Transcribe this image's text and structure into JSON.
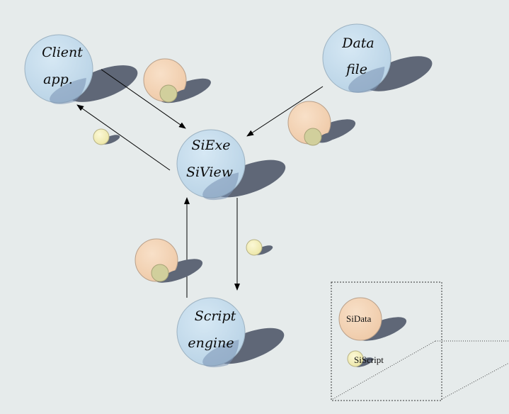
{
  "nodes": {
    "client": {
      "line1": "Client",
      "line2": "app."
    },
    "datafile": {
      "line1": "Data",
      "line2": "file"
    },
    "siexe": {
      "line1": "SiExe",
      "line2": "SiView"
    },
    "script": {
      "line1": "Script",
      "line2": "engine"
    }
  },
  "legend": {
    "sidata": "SiData",
    "siscript": "SiScript"
  },
  "colors": {
    "background": "#e6ebeb",
    "node_fill": "#c4dcec",
    "node_shadow": "#5a6478",
    "sidata_fill": "#f3d5b8",
    "siscript_fill": "#f6f2c0",
    "edge": "#000000"
  }
}
